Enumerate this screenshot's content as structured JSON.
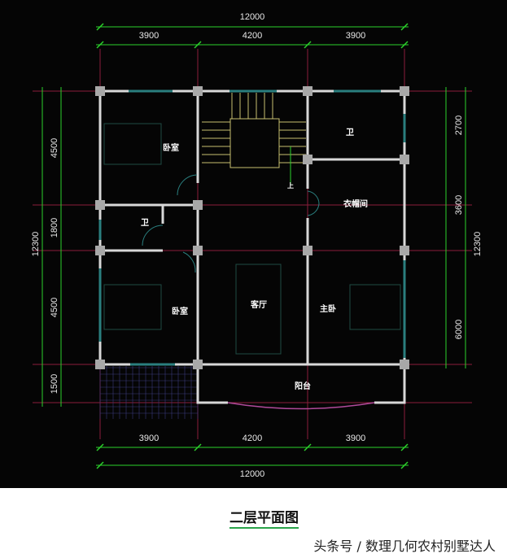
{
  "dimensions": {
    "top_total": "12000",
    "top_segments": [
      "3900",
      "4200",
      "3900"
    ],
    "bottom_segments": [
      "3900",
      "4200",
      "3900"
    ],
    "bottom_total": "12000",
    "left_segments": [
      "4500",
      "1800",
      "4500",
      "1500"
    ],
    "left_total": "12300",
    "right_segments": [
      "2700",
      "3600",
      "6000"
    ],
    "right_total": "12300"
  },
  "rooms": {
    "bedroom_nw": "卧室",
    "bath_w": "卫",
    "bath_ne": "卫",
    "cloakroom": "衣帽间",
    "bedroom_sw": "卧室",
    "living": "客厅",
    "master": "主卧",
    "balcony": "阳台",
    "stair_up": "上"
  },
  "title": "二层平面图",
  "watermark": "头条号 / 数理几何农村别墅达人",
  "colors": {
    "background": "#050505",
    "wall": "#d8d8d8",
    "dim_line": "#2bd12b",
    "window": "#2a7f7f",
    "stair": "#c8c070",
    "axis": "#8a1d3a"
  }
}
